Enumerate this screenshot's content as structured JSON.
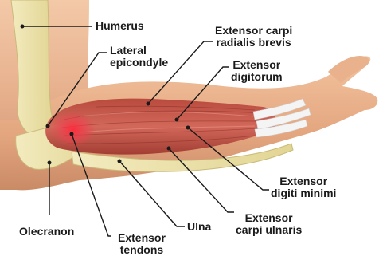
{
  "labels": {
    "humerus": "Humerus",
    "lateral_epicondyle": [
      "Lateral",
      "epicondyle"
    ],
    "ecrb": [
      "Extensor carpi",
      "radialis brevis"
    ],
    "extensor_digitorum": [
      "Extensor",
      "digitorum"
    ],
    "extensor_digiti_minimi": [
      "Extensor",
      "digiti minimi"
    ],
    "extensor_carpi_ulnaris": [
      "Extensor",
      "carpi ulnaris"
    ],
    "ulna": "Ulna",
    "olecranon": "Olecranon",
    "extensor_tendons": [
      "Extensor",
      "tendons"
    ]
  },
  "colors": {
    "skin": "#e8b08a",
    "skin_shadow": "#c98a66",
    "bone": "#ede2a8",
    "muscle": "#c8584a",
    "muscle_hot": "#e8303a",
    "tendon": "#eeeeee",
    "leader_line": "#1a1a1a"
  }
}
